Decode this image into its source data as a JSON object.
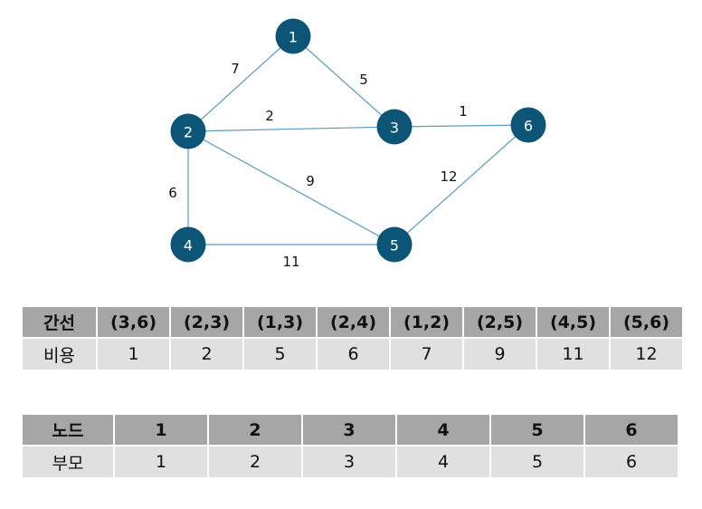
{
  "graph": {
    "nodes": [
      {
        "id": "1",
        "label": "1"
      },
      {
        "id": "2",
        "label": "2"
      },
      {
        "id": "3",
        "label": "3"
      },
      {
        "id": "4",
        "label": "4"
      },
      {
        "id": "5",
        "label": "5"
      },
      {
        "id": "6",
        "label": "6"
      }
    ],
    "edges": [
      {
        "from": "1",
        "to": "2",
        "weight": "7"
      },
      {
        "from": "1",
        "to": "3",
        "weight": "5"
      },
      {
        "from": "2",
        "to": "3",
        "weight": "2"
      },
      {
        "from": "3",
        "to": "6",
        "weight": "1"
      },
      {
        "from": "2",
        "to": "4",
        "weight": "6"
      },
      {
        "from": "2",
        "to": "5",
        "weight": "9"
      },
      {
        "from": "4",
        "to": "5",
        "weight": "11"
      },
      {
        "from": "5",
        "to": "6",
        "weight": "12"
      }
    ],
    "colors": {
      "node_fill": "#0d5577",
      "edge_stroke": "#5b9bbd",
      "node_text": "#ffffff"
    }
  },
  "edge_table": {
    "header": [
      "간선",
      "(3,6)",
      "(2,3)",
      "(1,3)",
      "(2,4)",
      "(1,2)",
      "(2,5)",
      "(4,5)",
      "(5,6)"
    ],
    "row": [
      "비용",
      "1",
      "2",
      "5",
      "6",
      "7",
      "9",
      "11",
      "12"
    ]
  },
  "node_table": {
    "header": [
      "노드",
      "1",
      "2",
      "3",
      "4",
      "5",
      "6"
    ],
    "row": [
      "부모",
      "1",
      "2",
      "3",
      "4",
      "5",
      "6"
    ]
  },
  "colors": {
    "header_bg": "#a6a6a6",
    "row_bg": "#e0e0e0"
  }
}
